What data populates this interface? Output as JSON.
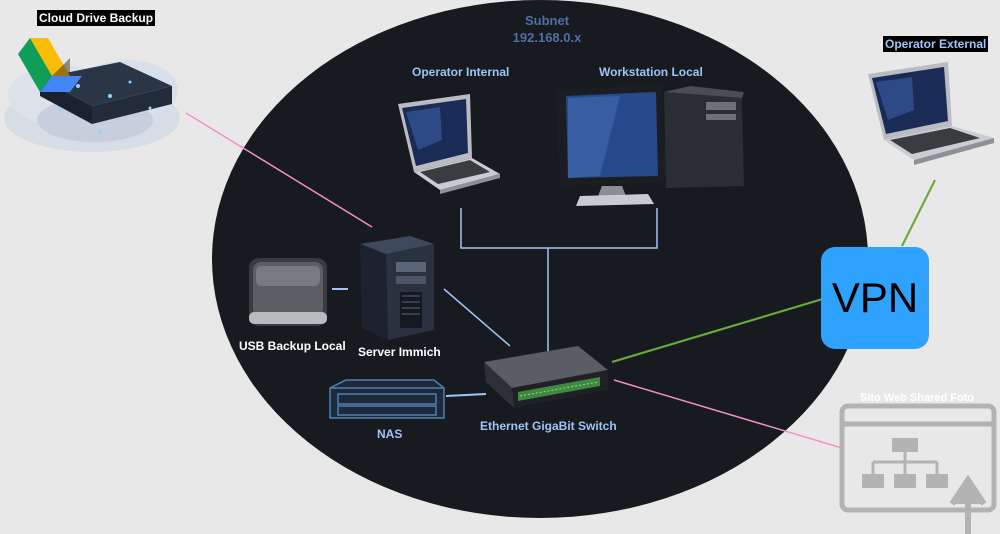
{
  "subnet": {
    "title": "Subnet",
    "address": "192.168.0.x"
  },
  "nodes": {
    "cloud_backup": "Cloud Drive Backup",
    "operator_internal": "Operator Internal",
    "workstation_local": "Workstation Local",
    "operator_external": "Operator External",
    "usb_backup": "USB Backup Local",
    "server": "Server Immich",
    "nas": "NAS",
    "switch": "Ethernet GigaBit Switch",
    "vpn": "VPN",
    "website": "Sito Web Shared Foto"
  },
  "colors": {
    "background": "#e8e8e8",
    "subnet_fill": "#171a1f",
    "link_blue": "#9fc5f8",
    "link_pink": "#f48fc8",
    "link_green": "#6aaa3a",
    "vpn_fill": "#2fa2ff",
    "website_icon": "#b3b3b3"
  }
}
